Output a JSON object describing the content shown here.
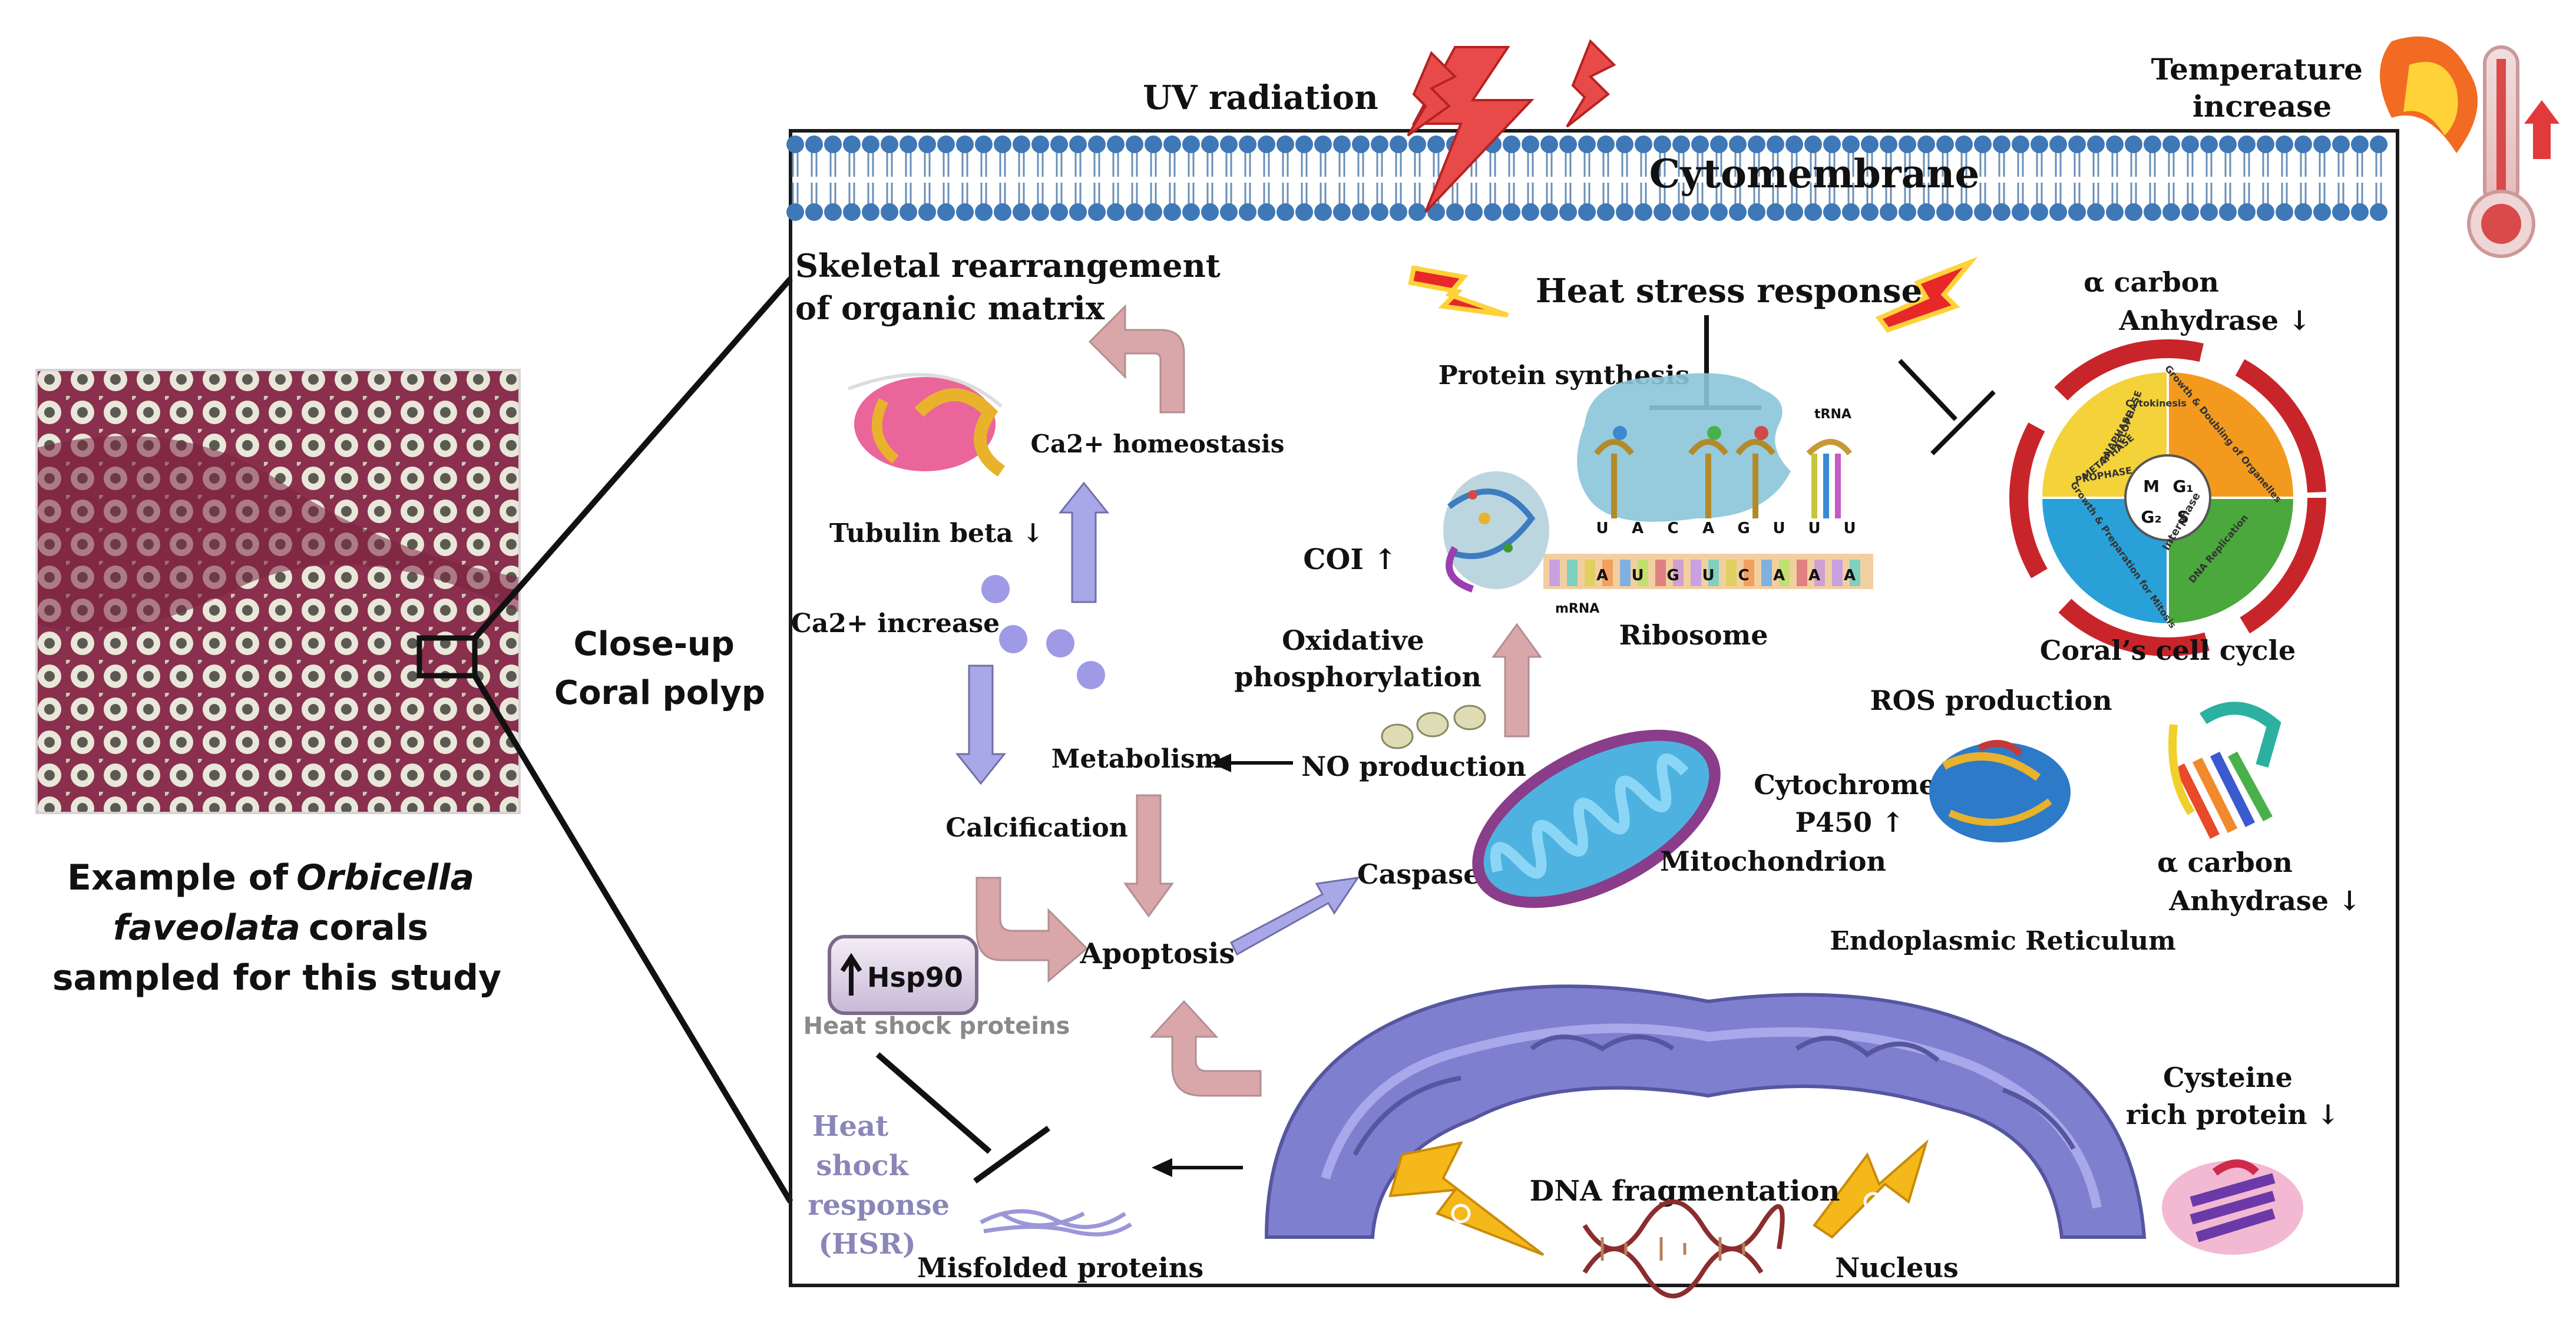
{
  "coral_panel": {
    "caption_lines": [
      "Example of",
      "Orbicella",
      "faveolata",
      "corals",
      "sampled for this study"
    ],
    "closeup_lines": [
      "Close-up",
      "Coral polyp"
    ]
  },
  "stressors": {
    "uv": "UV radiation",
    "temperature_lines": [
      "Temperature",
      "increase"
    ]
  },
  "membrane": {
    "title": "Cytomembrane"
  },
  "labels": {
    "skeletal_lines": [
      "Skeletal rearrangement",
      "of organic matrix"
    ],
    "ca_homeostasis": "Ca2+ homeostasis",
    "tubulin": "Tubulin beta ↓",
    "ca_increase": "Ca2+ increase",
    "metabolism": "Metabolism",
    "calcification": "Calcification",
    "apoptosis": "Apoptosis",
    "hsp90": "Hsp90",
    "hsp_label": "Heat shock proteins",
    "hsr_lines": [
      "Heat",
      "shock",
      "response",
      "(HSR)"
    ],
    "misfolded": "Misfolded proteins",
    "heat_stress": "Heat stress response",
    "protein_synthesis": "Protein synthesis",
    "coi": "COI ↑",
    "oxphos_lines": [
      "Oxidative",
      "phosphorylation"
    ],
    "no_production": "NO production",
    "caspase": "Caspase 8 ↑",
    "ribosome": "Ribosome",
    "trna": "tRNA",
    "mrna": "mRNA",
    "mitochondrion": "Mitochondrion",
    "ros": "ROS production",
    "cytochrome_lines": [
      "Cytochrome",
      "P450 ↑"
    ],
    "er": "Endoplasmic Reticulum",
    "ca_top_lines": [
      "α carbon",
      "Anhydrase ↓"
    ],
    "ca_bottom_lines": [
      "α carbon",
      "Anhydrase ↓"
    ],
    "cell_cycle": "Coral’s cell cycle",
    "cysteine_lines": [
      "Cysteine",
      "rich protein ↓"
    ],
    "dna_frag": "DNA  fragmentation",
    "nucleus": "Nucleus"
  },
  "cell_cycle_wheel": {
    "phases": [
      "M",
      "G₁",
      "S",
      "G₂"
    ],
    "outer": [
      "TELOPHASE",
      "ANAPHASE",
      "METAPHASE",
      "PROPHASE",
      "Growth & Doubling of Organelles",
      "DNA Replication",
      "Growth & Preparation for Mitosis",
      "Cytokinesis"
    ],
    "center": "Interphase"
  },
  "ribosome_codons": {
    "top": [
      "U",
      "A",
      "C",
      "A",
      "G",
      "U",
      "U",
      "U"
    ],
    "mrna": [
      "A",
      "U",
      "G",
      "U",
      "C",
      "A",
      "A",
      "A"
    ]
  },
  "colors": {
    "frame": "#1a1a1a",
    "blue_arrow": "#a8a8e8",
    "pink_arrow": "#d9a6a9",
    "membrane_bead": "#3f78b6",
    "lightning": "#e23a3a",
    "nucleus_purple": "#7f7fd0"
  }
}
